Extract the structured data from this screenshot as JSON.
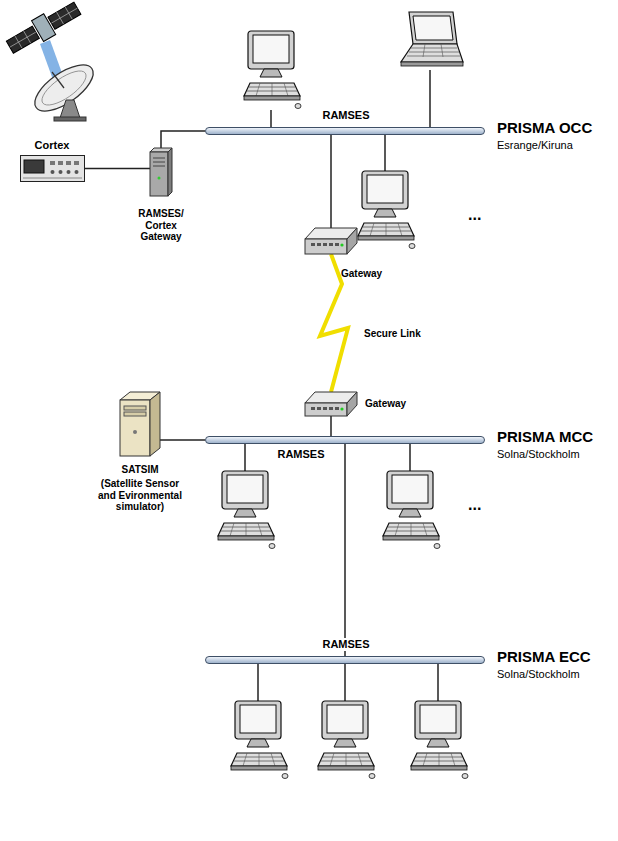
{
  "diagram": {
    "nodes": [
      {
        "text": [
          "RAMSES"
        ]
      },
      {
        "text": [
          "Cortex"
        ]
      },
      {
        "text": [
          "RAMSES/ Cortex Gateway"
        ]
      },
      {
        "text": [
          "Gateway"
        ]
      },
      {
        "text": [
          "Gateway"
        ]
      },
      {
        "text": [
          "SATSIM",
          "(Satellite Sensor and Evironmental simulator)"
        ]
      },
      {
        "text": [
          "RAMSES"
        ]
      },
      {
        "text": [
          "RAMSES"
        ]
      }
    ],
    "edges": [
      {
        "from": 1,
        "to": 2,
        "arrow": "none"
      },
      {
        "from": 2,
        "to": 0,
        "arrow": "none"
      },
      {
        "from": 0,
        "to": 3,
        "arrow": "none"
      },
      {
        "from": 3,
        "to": 4,
        "arrow": "none",
        "label": "Secure Link"
      },
      {
        "from": 4,
        "to": 6,
        "arrow": "none"
      },
      {
        "from": 5,
        "to": 6,
        "arrow": "none"
      },
      {
        "from": 6,
        "to": 7,
        "arrow": "none"
      }
    ],
    "labels": [
      "PRISMA OCC",
      "Esrange/Kiruna",
      "...",
      "PRISMA MCC",
      "Solna/Stockholm",
      "...",
      "PRISMA ECC",
      "Solna/Stockholm"
    ]
  }
}
